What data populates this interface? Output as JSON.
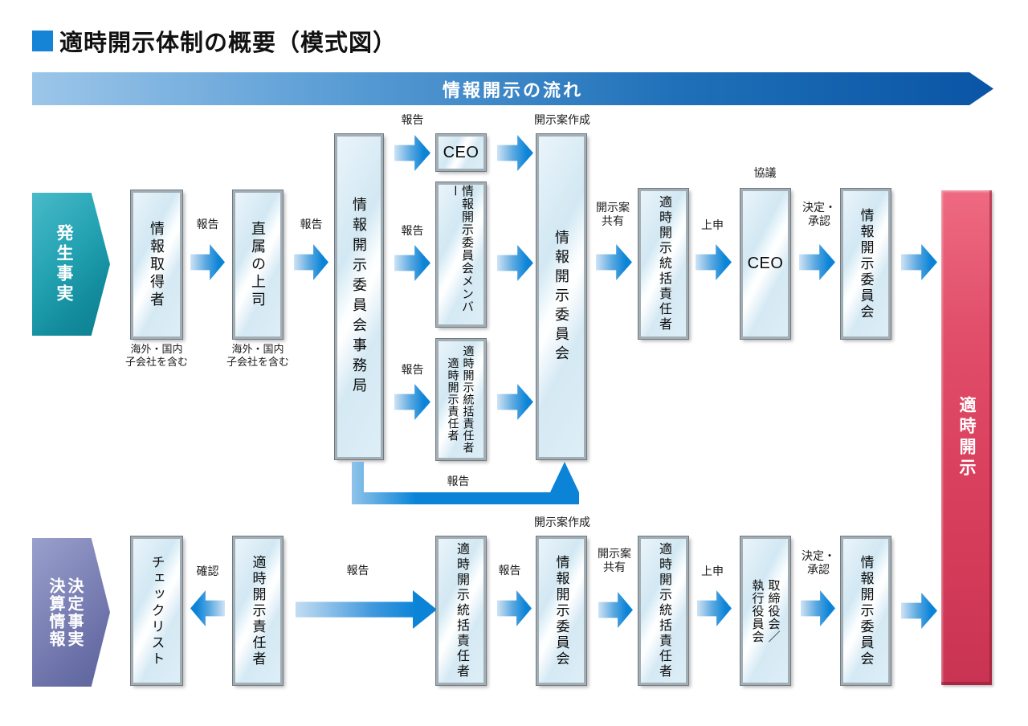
{
  "title": "適時開示体制の概要（模式図）",
  "banner": "情報開示の流れ",
  "colors": {
    "title_square": "#1583d6",
    "banner_blue_dark": "#0a55a5",
    "banner_blue_light": "#9cc6e9",
    "arrow_blue": "#0b84d8",
    "box_fill": "#d9ecf6",
    "box_border": "#a3adb4",
    "teal_source": "#1d9dae",
    "purple_source": "#7277ad",
    "result_red": "#d93f5e"
  },
  "top_flow": {
    "source": "発生事実",
    "box_info_acquirer": "情報取得者",
    "box_direct_boss": "直属の上司",
    "box_secretariat": "情報開示委員会事務局",
    "box_ceo": "CEO",
    "box_members": "情報開示委員会メンバー",
    "box_managers_right": "適時開示統括責任者",
    "box_managers_left": "適時開示責任者",
    "box_committee": "情報開示委員会",
    "box_controller": "適時開示統括責任者",
    "box_ceo2": "CEO",
    "box_committee2": "情報開示委員会",
    "note_line1": "海外・国内",
    "note_line2": "子会社を含む",
    "label_report": "報告",
    "label_draft_create": "開示案作成",
    "label_draft_share1": "開示案",
    "label_draft_share2": "共有",
    "label_submit": "上申",
    "label_consult": "協議",
    "label_decide1": "決定・",
    "label_decide2": "承認"
  },
  "bottom_flow": {
    "source_right": "決定事実",
    "source_left": "決算情報",
    "box_checklist": "チェックリスト",
    "box_manager": "適時開示責任者",
    "box_controller1": "適時開示統括責任者",
    "box_committee1": "情報開示委員会",
    "box_controller2": "適時開示統括責任者",
    "box_board_right": "取締役会／",
    "box_board_left": "執行役員会",
    "box_committee2": "情報開示委員会",
    "label_confirm": "確認",
    "label_report": "報告",
    "label_draft_create": "開示案作成",
    "label_draft_share1": "開示案",
    "label_draft_share2": "共有",
    "label_submit": "上申",
    "label_decide1": "決定・",
    "label_decide2": "承認"
  },
  "result": "適時開示"
}
